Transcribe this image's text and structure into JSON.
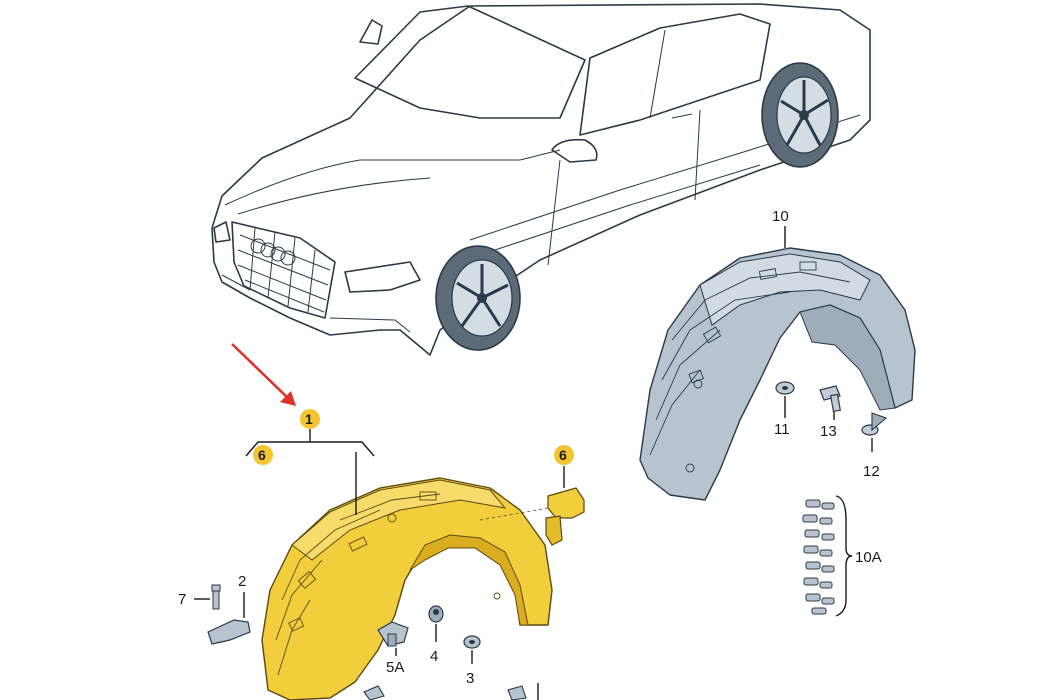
{
  "labels": {
    "p1": "1",
    "p2": "2",
    "p3": "3",
    "p4": "4",
    "p5a": "5A",
    "p6_left": "6",
    "p6_right": "6",
    "p7": "7",
    "p10": "10",
    "p10a": "10A",
    "p11": "11",
    "p12": "12",
    "p13": "13"
  },
  "colors": {
    "car_fill": "#c9d3de",
    "car_line": "#2b3a48",
    "liner_highlighted": "#f2cd3c",
    "liner_grey": "#b7c3cf",
    "badge": "#f4c531",
    "arrow": "#e0312b"
  }
}
